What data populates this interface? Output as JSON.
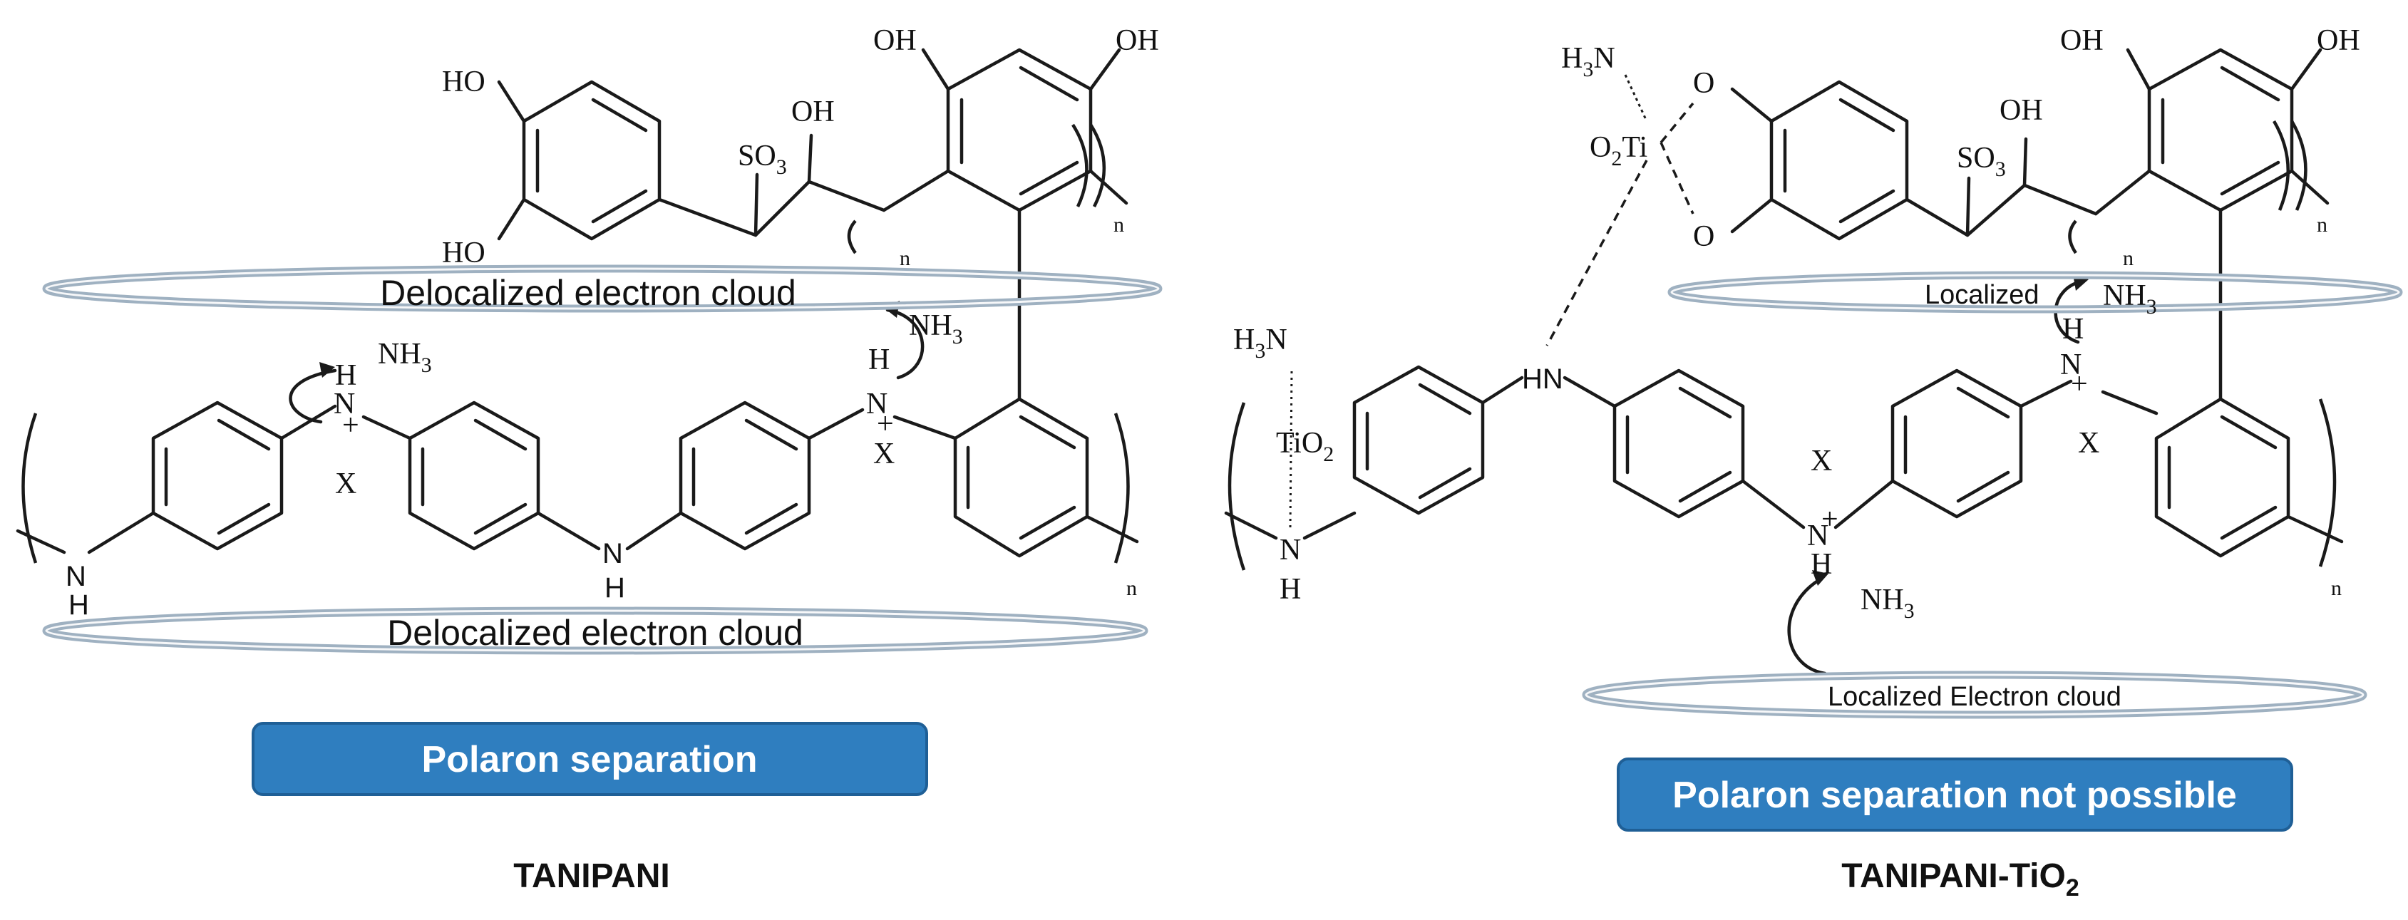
{
  "colors": {
    "cloud_stroke": "#9fb1c1",
    "button_fill": "#2f7ebf",
    "button_border": "#1f5f96",
    "bond": "#1a1a1a"
  },
  "left": {
    "caption": "TANIPANI",
    "button": "Polaron separation",
    "cloud_top": "Delocalized electron cloud",
    "cloud_bottom": "Delocalized electron cloud",
    "atoms": {
      "ho1": "HO",
      "ho2": "HO",
      "oh1": "OH",
      "oh2": "OH",
      "oh3": "OH",
      "so3": "SO",
      "so3_sub": "3",
      "nh3_1": "NH",
      "nh3_1_sub": "3",
      "nh3_2": "NH",
      "nh3_2_sub": "3",
      "h1": "H",
      "n1": "N",
      "plus1": "+",
      "x1": "X",
      "h2": "H",
      "n2": "N",
      "plus2": "+",
      "x2": "X",
      "nh_left_n": "N",
      "nh_left_h": "H",
      "nh_mid_n": "N",
      "nh_mid_h": "H",
      "n_sub1": "n",
      "n_sub2": "n",
      "n_sub3": "n"
    }
  },
  "right": {
    "caption_main": "TANIPANI-TiO",
    "caption_sub": "2",
    "button": "Polaron separation not possible",
    "cloud_top": "Localized",
    "cloud_bottom": "Localized Electron cloud",
    "atoms": {
      "h3n_top": "H",
      "h3n_top_sub": "3",
      "h3n_top_n": "N",
      "o2ti": "O",
      "o2ti_sub": "2",
      "o2ti_ti": "Ti",
      "o1": "O",
      "o2": "O",
      "h3n_left": "H",
      "h3n_left_sub": "3",
      "h3n_left_n": "N",
      "tio2": "TiO",
      "tio2_sub": "2",
      "hn": "HN",
      "n_left": "N",
      "h_left": "H",
      "oh1": "OH",
      "oh2": "OH",
      "oh3": "OH",
      "so3": "SO",
      "so3_sub": "3",
      "nh3_1": "NH",
      "nh3_1_sub": "3",
      "nh3_2": "NH",
      "nh3_2_sub": "3",
      "h1": "H",
      "n1": "N",
      "plus1": "+",
      "x1": "X",
      "h2": "H",
      "n2": "N",
      "plus2": "+",
      "x2": "X",
      "n_sub1": "n",
      "n_sub2": "n",
      "n_sub3": "n"
    }
  }
}
